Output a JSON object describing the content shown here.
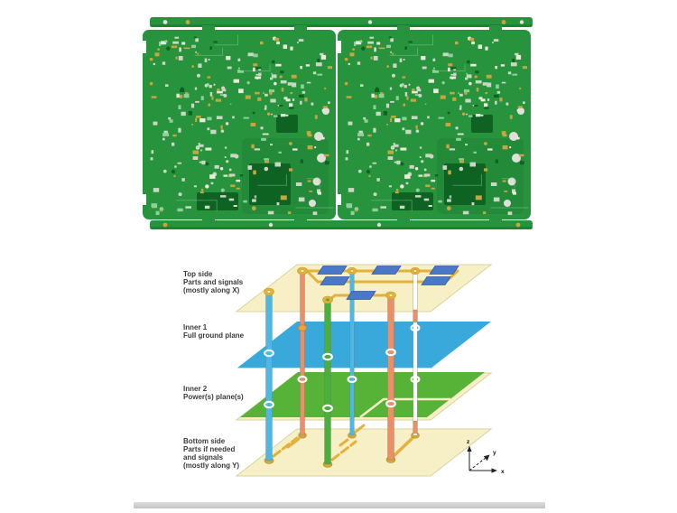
{
  "figure": {
    "description_photo": "pcb-panel-photo",
    "description_diagram": "pcb-layer-stackup-diagram"
  },
  "diagram": {
    "layers": [
      {
        "id": "top",
        "label_lines": [
          "Top side",
          "Parts and signals",
          "(mostly along X)"
        ]
      },
      {
        "id": "inner1",
        "label_lines": [
          "Inner 1",
          "Full ground plane"
        ]
      },
      {
        "id": "inner2",
        "label_lines": [
          "Inner 2",
          "Power(s) plane(s)"
        ]
      },
      {
        "id": "bottom",
        "label_lines": [
          "Bottom side",
          "Parts if needed",
          "and signals",
          "(mostly along Y)"
        ]
      }
    ],
    "axes": {
      "z": "z",
      "y": "y",
      "x": "x"
    }
  },
  "colors": {
    "plane-cream": "#f7f0c6",
    "plane-cream-edge": "#d9d29f",
    "ground-blue": "#39a9dc",
    "power-green": "#56b338",
    "trace-gold": "#e3b23c",
    "trace-gold-dark": "#c79a2b",
    "pad-gold": "#d2ac38",
    "via-cyan": "#4db8e4",
    "via-green": "#4caf3c",
    "via-salmon": "#ea8f66",
    "via-orange-pad": "#eca23f",
    "component-blue": "#4a78c8",
    "component-blue-edge": "#2f5ba8",
    "board-green": "#27933d",
    "board-green-dark": "#0e6322",
    "board-pad-gold": "#c9a63c",
    "board-silk-light": "#ccd6c4",
    "board-silk-white": "#e9ecdc",
    "board-trace-light": "#8fcf9a",
    "hole-silver": "#e0e0d8",
    "label-color": "#3a3a3a"
  }
}
